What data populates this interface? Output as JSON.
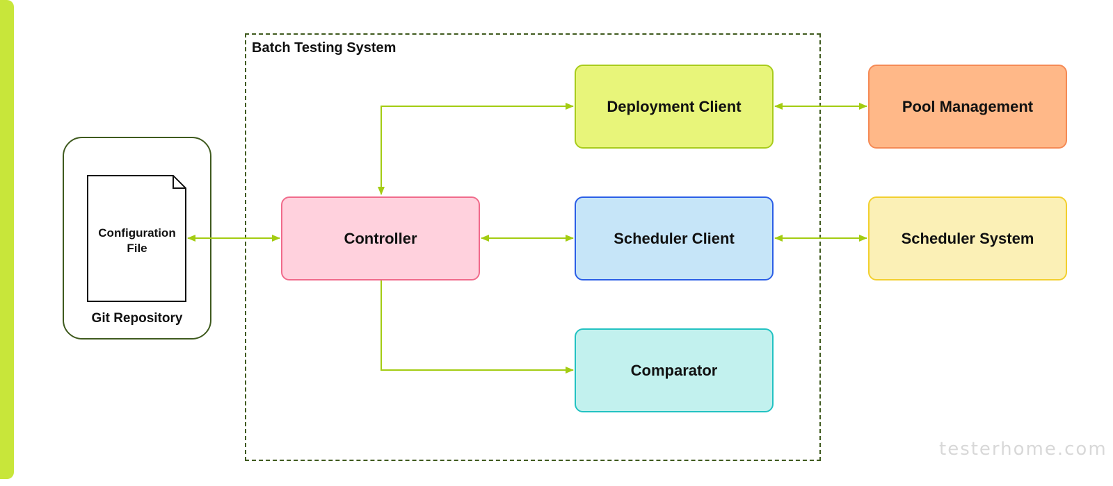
{
  "colors": {
    "accent_bar": "#c8e63a",
    "connector": "#a3cc12",
    "frame": "#3f5a1e"
  },
  "system": {
    "title": "Batch Testing System"
  },
  "repository": {
    "label": "Git Repository",
    "file_icon": "document-icon",
    "file_label": "Configuration File"
  },
  "nodes": [
    {
      "id": "controller",
      "label": "Controller",
      "fill": "#ffd1dd",
      "stroke": "#f06b8b"
    },
    {
      "id": "deployment-client",
      "label": "Deployment Client",
      "fill": "#e8f57a",
      "stroke": "#a8cc1c"
    },
    {
      "id": "scheduler-client",
      "label": "Scheduler Client",
      "fill": "#c6e5f8",
      "stroke": "#2b5ee6"
    },
    {
      "id": "comparator",
      "label": "Comparator",
      "fill": "#c2f1ee",
      "stroke": "#22c2c2"
    },
    {
      "id": "pool-management",
      "label": "Pool Management",
      "fill": "#ffb888",
      "stroke": "#f58a55"
    },
    {
      "id": "scheduler-system",
      "label": "Scheduler System",
      "fill": "#fbf0b6",
      "stroke": "#f2cf2e"
    }
  ],
  "edges": [
    {
      "from": "configuration-file",
      "to": "controller",
      "direction": "both"
    },
    {
      "from": "controller",
      "to": "deployment-client",
      "direction": "both"
    },
    {
      "from": "controller",
      "to": "scheduler-client",
      "direction": "both"
    },
    {
      "from": "controller",
      "to": "comparator",
      "direction": "forward"
    },
    {
      "from": "deployment-client",
      "to": "pool-management",
      "direction": "both"
    },
    {
      "from": "scheduler-client",
      "to": "scheduler-system",
      "direction": "both"
    }
  ],
  "watermark": "testerhome.com"
}
